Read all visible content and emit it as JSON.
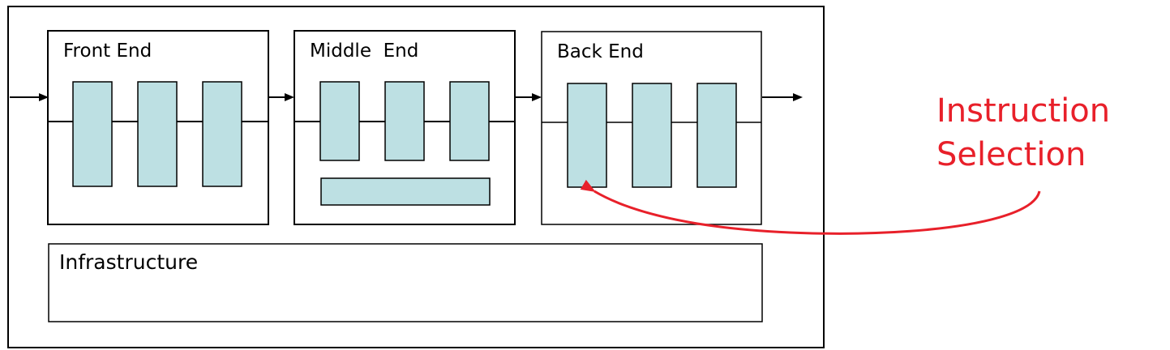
{
  "stages": {
    "front_end": {
      "label": "Front End"
    },
    "middle_end": {
      "label": "Middle  End"
    },
    "back_end": {
      "label": "Back End"
    }
  },
  "infrastructure": {
    "label": "Infrastructure"
  },
  "annotation": {
    "line1": "Instruction",
    "line2": "Selection",
    "color": "#e8202a"
  },
  "colors": {
    "component_fill": "#bde0e3",
    "stroke": "#000000"
  }
}
